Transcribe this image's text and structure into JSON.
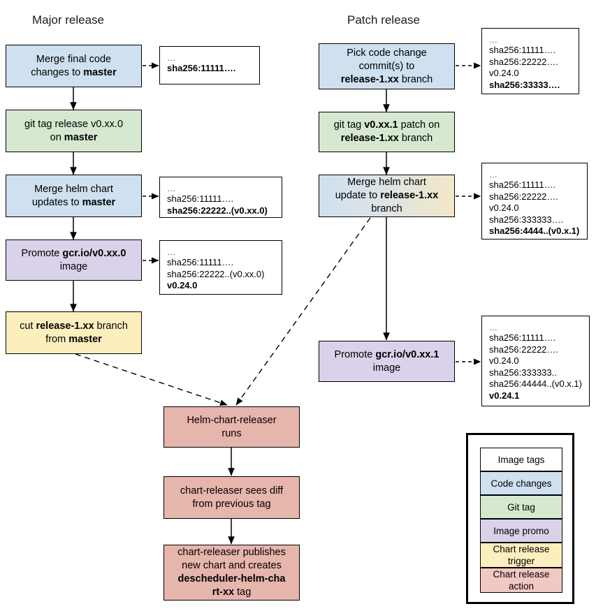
{
  "headings": {
    "major": "Major release",
    "patch": "Patch release"
  },
  "major_flow": [
    {
      "id": "merge-final-code",
      "type": "code-changes",
      "line1": "Merge final code",
      "line2_pre": "changes to ",
      "line2_bold": "master",
      "line2_post": ""
    },
    {
      "id": "git-tag-release",
      "type": "git-tag",
      "line1": "git tag release v0.xx.0",
      "line2_pre": "on ",
      "line2_bold": "master",
      "line2_post": ""
    },
    {
      "id": "merge-helm-chart-updates",
      "type": "code-changes",
      "line1": "Merge helm chart",
      "line2_pre": "updates to ",
      "line2_bold": "master",
      "line2_post": ""
    },
    {
      "id": "promote-image-major",
      "type": "image-promo",
      "line1_pre": "Promote ",
      "line1_bold": "gcr.io/v0.xx.0",
      "line1_post": "",
      "line2": "image"
    },
    {
      "id": "cut-release-branch",
      "type": "chart-release-trigger",
      "line1_pre": "cut ",
      "line1_bold": "release-1.xx",
      "line1_post": " branch",
      "line2_pre": "from ",
      "line2_bold": "master"
    }
  ],
  "patch_flow": [
    {
      "id": "pick-code-change-commits",
      "type": "code-changes",
      "line1": "Pick code change",
      "line2": "commit(s) to",
      "line3_pre": "",
      "line3_bold": "release-1.xx",
      "line3_post": " branch"
    },
    {
      "id": "git-tag-patch",
      "type": "git-tag",
      "line1_pre": "git tag ",
      "line1_bold": "v0.xx.1",
      "line1_post": " patch on",
      "line2_pre": "",
      "line2_bold": "release-1.xx",
      "line2_post": " branch"
    },
    {
      "id": "merge-helm-chart-update-release",
      "type": "code-changes-to-trigger-gradient",
      "line1": "Merge helm chart",
      "line2_pre": "update to ",
      "line2_bold": "release-1.xx",
      "line2_post": "",
      "line3": "branch"
    },
    {
      "id": "promote-image-patch",
      "type": "image-promo",
      "line1_pre": "Promote ",
      "line1_bold": "gcr.io/v0.xx.1",
      "line1_post": "",
      "line2": "image"
    }
  ],
  "releaser_flow": [
    {
      "id": "helm-chart-releaser-runs",
      "type": "chart-release-action",
      "line1": "Helm-chart-releaser",
      "line2": "runs"
    },
    {
      "id": "chart-releaser-sees-diff",
      "type": "chart-release-action",
      "line1": "chart-releaser sees diff",
      "line2": "from previous tag"
    },
    {
      "id": "chart-releaser-publishes",
      "type": "chart-release-action",
      "line1": "chart-releaser publishes",
      "line2": "new chart and creates",
      "line3_bold": "descheduler-helm-cha",
      "line4_bold": "rt-xx",
      "line4_post": " tag"
    }
  ],
  "tag_boxes": {
    "major_1": {
      "id": "tags-after-merge-final-code",
      "lines": [
        {
          "t": "…",
          "b": false
        },
        {
          "t": "sha256:11111….",
          "b": true
        }
      ]
    },
    "major_2": {
      "id": "tags-after-merge-helm-chart",
      "lines": [
        {
          "t": "…",
          "b": false
        },
        {
          "t": "sha256:11111….",
          "b": false
        },
        {
          "t": "sha256:22222..(v0.xx.0)",
          "b": true
        }
      ]
    },
    "major_3": {
      "id": "tags-after-promote-major",
      "lines": [
        {
          "t": "…",
          "b": false
        },
        {
          "t": "sha256:11111….",
          "b": false
        },
        {
          "t": "sha256:22222..(v0.xx.0)",
          "b": false
        },
        {
          "t": "v0.24.0",
          "b": true
        }
      ]
    },
    "patch_1": {
      "id": "tags-after-pick-commits",
      "lines": [
        {
          "t": "…",
          "b": false
        },
        {
          "t": "sha256:11111….",
          "b": false
        },
        {
          "t": "sha256:22222….",
          "b": false
        },
        {
          "t": "v0.24.0",
          "b": false
        },
        {
          "t": "sha256:33333….",
          "b": true
        }
      ]
    },
    "patch_2": {
      "id": "tags-after-merge-helm-chart-release",
      "lines": [
        {
          "t": "…",
          "b": false
        },
        {
          "t": "sha256:11111….",
          "b": false
        },
        {
          "t": "sha256:22222….",
          "b": false
        },
        {
          "t": "v0.24.0",
          "b": false
        },
        {
          "t": "sha256:333333….",
          "b": false
        },
        {
          "t": "sha256:4444..(v0.x.1)",
          "b": true
        }
      ]
    },
    "patch_3": {
      "id": "tags-after-promote-patch",
      "lines": [
        {
          "t": "…",
          "b": false
        },
        {
          "t": "sha256:11111….",
          "b": false
        },
        {
          "t": "sha256:22222….",
          "b": false
        },
        {
          "t": "v0.24.0",
          "b": false
        },
        {
          "t": "sha256:333333..",
          "b": false
        },
        {
          "t": "sha256:44444..(v0.x.1)",
          "b": false
        },
        {
          "t": "v0.24.1",
          "b": true
        }
      ]
    }
  },
  "legend": {
    "items": [
      {
        "label": "Image tags",
        "key": "image-tags",
        "color": "#ffffff"
      },
      {
        "label": "Code changes",
        "key": "code-changes",
        "color": "#cfe0f0"
      },
      {
        "label": "Git tag",
        "key": "git-tag",
        "color": "#d7e8d0"
      },
      {
        "label": "Image promo",
        "key": "image-promo",
        "color": "#d9d2ea"
      },
      {
        "label": "Chart release trigger",
        "key": "chart-release-trigger",
        "color": "#fdeebd"
      },
      {
        "label": "Chart release action",
        "key": "chart-release-action",
        "color": "#e6b5ac"
      }
    ]
  }
}
